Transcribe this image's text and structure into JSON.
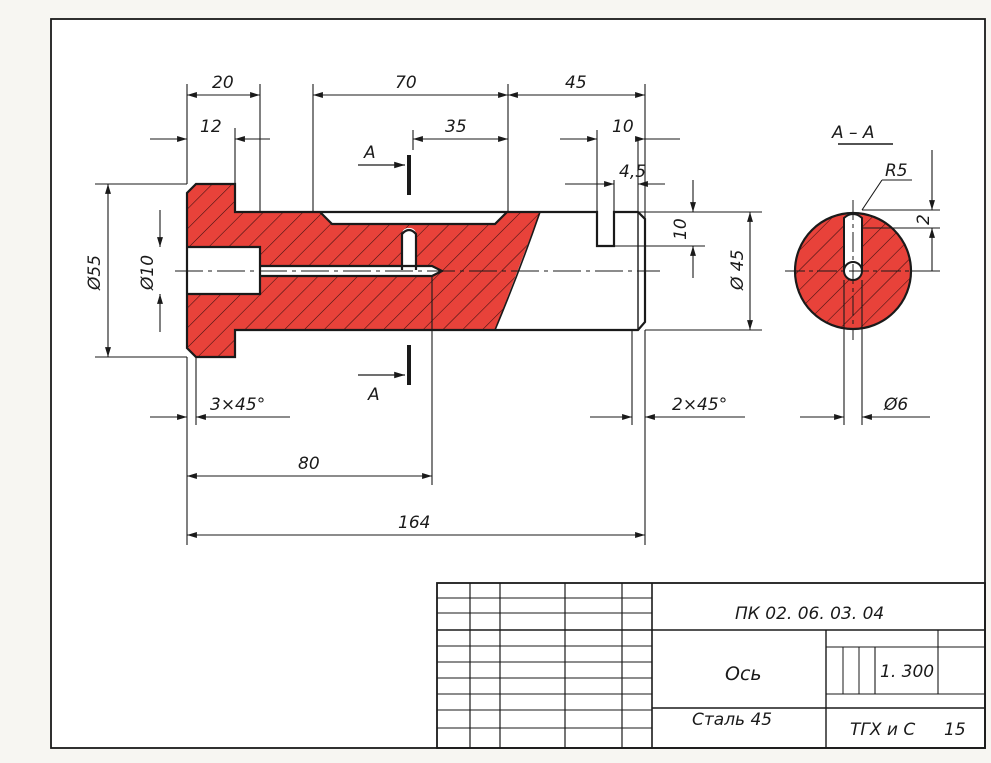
{
  "drawing": {
    "dimensions": {
      "d20": "20",
      "d70": "70",
      "d45": "45",
      "d12": "12",
      "d35": "35",
      "d10_top": "10",
      "d4_5": "4,5",
      "d10_right": "10",
      "d55": "Ø55",
      "d10_dia": "Ø10",
      "d45_dia": "Ø 45",
      "chamfer_left": "3×45°",
      "chamfer_right": "2×45°",
      "d80": "80",
      "d164": "164",
      "d6": "Ø6",
      "r5": "R5",
      "d2": "2"
    },
    "section_labels": {
      "top": "A",
      "bottom": "A",
      "view_title": "A – A"
    }
  },
  "title_block": {
    "code": "ПК 02. 06. 03. 04",
    "name": "Ось",
    "scale": "1. 300",
    "material": "Сталь 45",
    "org": "ТГХ и С",
    "sheet": "15"
  },
  "colors": {
    "section_fill": "#e8423a",
    "line": "#1a1a1a",
    "paper": "#ffffff"
  }
}
